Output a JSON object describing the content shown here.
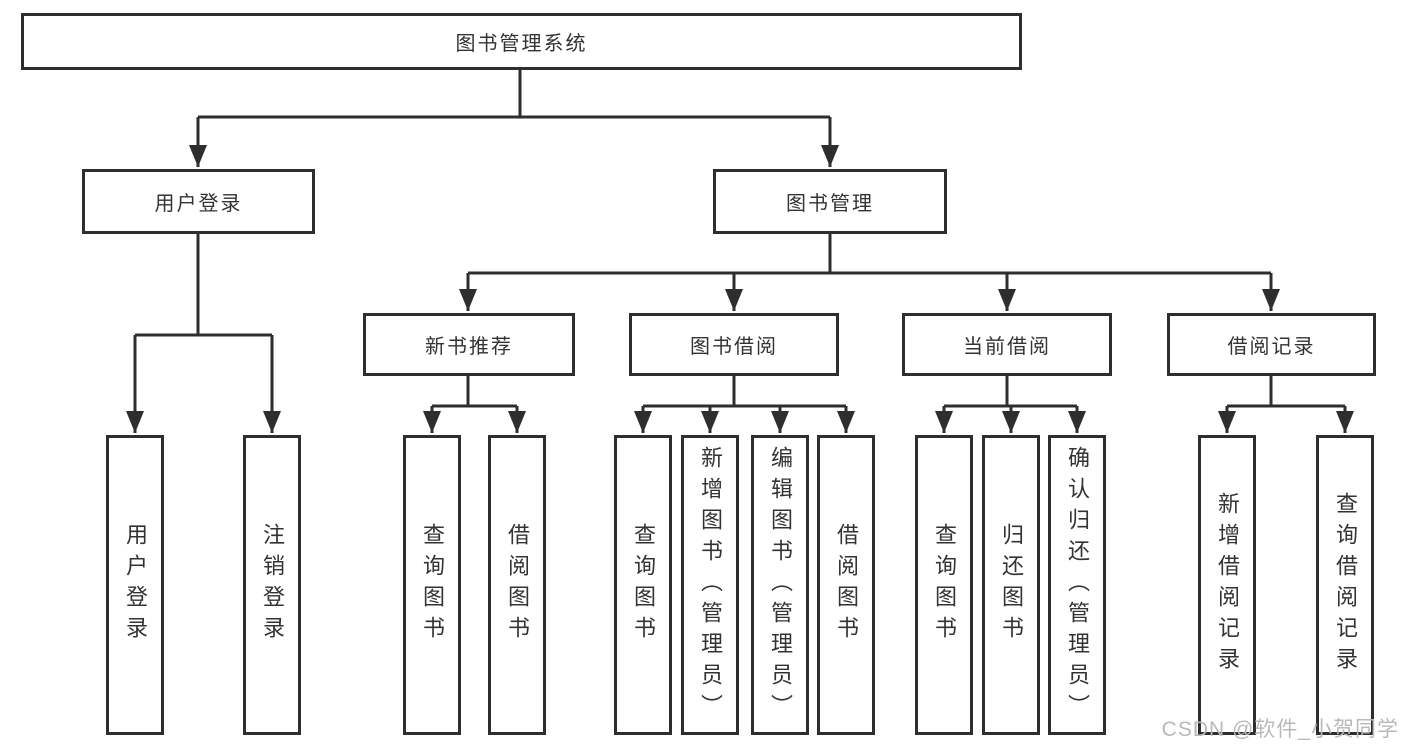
{
  "diagram_title": "图书管理系统",
  "colors": {
    "line": "#2e2e2e",
    "text": "#333333",
    "background": "#ffffff",
    "watermark": "#b9b9b9"
  },
  "tree": {
    "label": "图书管理系统",
    "children": [
      {
        "label": "用户登录",
        "children": [
          {
            "label": "用户登录"
          },
          {
            "label": "注销登录"
          }
        ]
      },
      {
        "label": "图书管理",
        "children": [
          {
            "label": "新书推荐",
            "children": [
              {
                "label": "查询图书"
              },
              {
                "label": "借阅图书"
              }
            ]
          },
          {
            "label": "图书借阅",
            "children": [
              {
                "label": "查询图书"
              },
              {
                "label": "新增图书（管理员）"
              },
              {
                "label": "编辑图书（管理员）"
              },
              {
                "label": "借阅图书"
              }
            ]
          },
          {
            "label": "当前借阅",
            "children": [
              {
                "label": "查询图书"
              },
              {
                "label": "归还图书"
              },
              {
                "label": "确认归还（管理员）"
              }
            ]
          },
          {
            "label": "借阅记录",
            "children": [
              {
                "label": "新增借阅记录"
              },
              {
                "label": "查询借阅记录"
              }
            ]
          }
        ]
      }
    ]
  },
  "watermark": {
    "text": "CSDN @软件_小贺同学"
  }
}
